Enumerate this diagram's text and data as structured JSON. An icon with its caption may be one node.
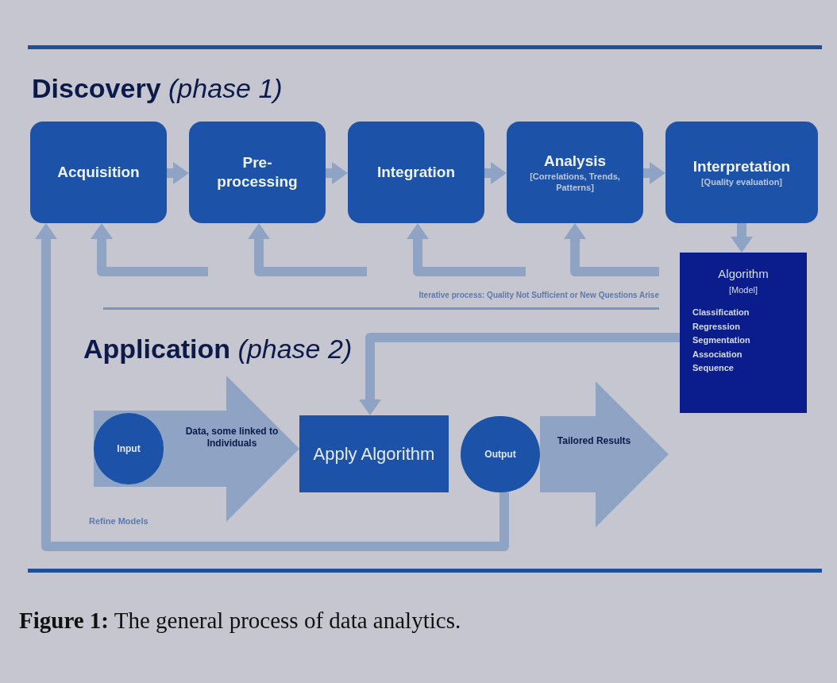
{
  "diagram": {
    "caption": "**Figure 1:** The general process of data analytics.",
    "nodes": [
      {
        "text": [
          "Acquisition"
        ]
      },
      {
        "text": [
          "Pre- processing"
        ]
      },
      {
        "text": [
          "Integration"
        ]
      },
      {
        "text": [
          "Analysis",
          "[Correlations, Trends, Patterns]"
        ]
      },
      {
        "text": [
          "Interpretation",
          "[Quality evaluation]"
        ]
      },
      {
        "text": [
          "Algorithm",
          "[Model]",
          "Classification",
          "Regression",
          "Segmentation",
          "Association",
          "Sequence"
        ]
      },
      {
        "text": [
          "Input"
        ]
      },
      {
        "text": [
          "Apply Algorithm"
        ]
      },
      {
        "text": [
          "Output"
        ]
      }
    ],
    "edges": [
      {
        "from": 0,
        "to": 1,
        "arrow": "to"
      },
      {
        "from": 1,
        "to": 2,
        "arrow": "to"
      },
      {
        "from": 2,
        "to": 3,
        "arrow": "to"
      },
      {
        "from": 3,
        "to": 4,
        "arrow": "to"
      },
      {
        "from": 4,
        "to": 5,
        "arrow": "to"
      },
      {
        "from": null,
        "to": 0,
        "arrow": "to"
      },
      {
        "from": null,
        "to": 1,
        "arrow": "to"
      },
      {
        "from": null,
        "to": 2,
        "arrow": "to"
      },
      {
        "from": null,
        "to": 3,
        "arrow": "to"
      },
      {
        "from": 5,
        "to": 7,
        "arrow": "to"
      },
      {
        "from": 6,
        "to": 7,
        "arrow": "to",
        "style": "thick",
        "label": "Data, some linked to Individuals"
      },
      {
        "from": 8,
        "to": null,
        "arrow": "to",
        "style": "thick",
        "label": "Tailored Results"
      },
      {
        "from": 8,
        "to": 0,
        "arrow": "to",
        "label": "Refine Models"
      }
    ],
    "labels": [
      "**Discovery** *(phase 1)*",
      "Iterative process: Quality Not Sufficient or New Questions Arise",
      "**Application** *(phase 2)*"
    ]
  }
}
